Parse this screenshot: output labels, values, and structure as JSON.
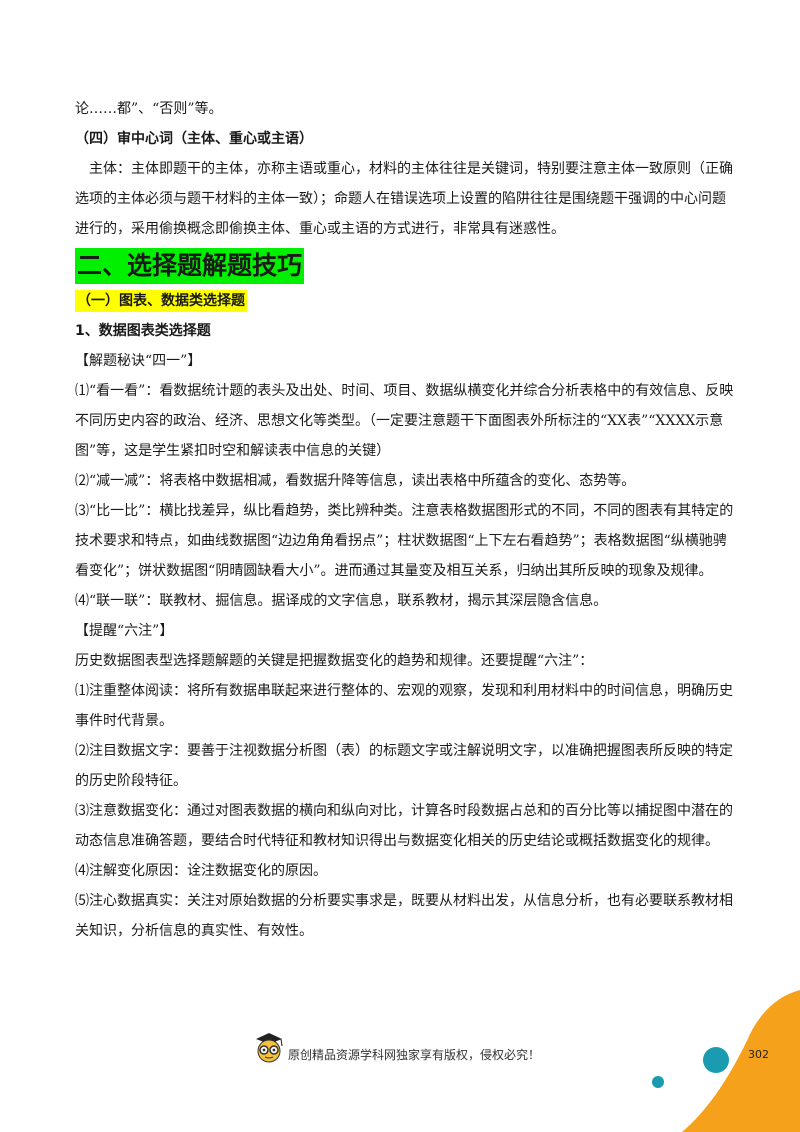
{
  "body": {
    "p0": "论……都”、“否则”等。",
    "h_subject": "（四）审中心词（主体、重心或主语）",
    "p_subject": "主体：主体即题干的主体，亦称主语或重心，材料的主体往往是关键词，特别要注意主体一致原则（正确选项的主体必须与题干材料的主体一致）；命题人在错误选项上设置的陷阱往往是围绕题干强调的中心问题进行的，采用偷换概念即偷换主体、重心或主语的方式进行，非常具有迷惑性。",
    "h2": "二、选择题解题技巧",
    "h3": "（一）图表、数据类选择题",
    "h4": "1、数据图表类选择题",
    "tips_title": "【解题秘诀“四一”】",
    "tip1": "⑴“看一看”：看数据统计题的表头及出处、时间、项目、数据纵横变化并综合分析表格中的有效信息、反映不同历史内容的政治、经济、思想文化等类型。（一定要注意题干下面图表外所标注的“XX表”“XXXX示意图”等，这是学生紧扣时空和解读表中信息的关键）",
    "tip2": "⑵“减一减”：将表格中数据相减，看数据升降等信息，读出表格中所蕴含的变化、态势等。",
    "tip3": "⑶“比一比”：横比找差异，纵比看趋势，类比辨种类。注意表格数据图形式的不同，不同的图表有其特定的技术要求和特点，如曲线数据图“边边角角看拐点”；柱状数据图“上下左右看趋势”；表格数据图“纵横驰骋看变化”；饼状数据图“阴晴圆缺看大小”。进而通过其量变及相互关系，归纳出其所反映的现象及规律。",
    "tip4": "⑷“联一联”：联教材、掘信息。据译成的文字信息，联系教材，揭示其深层隐含信息。",
    "remind_title": "【提醒“六注”】",
    "remind_intro": "历史数据图表型选择题解题的关键是把握数据变化的趋势和规律。还要提醒“六注”：",
    "note1": "⑴注重整体阅读：将所有数据串联起来进行整体的、宏观的观察，发现和利用材料中的时间信息，明确历史事件时代背景。",
    "note2": "⑵注目数据文字：要善于注视数据分析图（表）的标题文字或注解说明文字，以准确把握图表所反映的特定的历史阶段特征。",
    "note3": "⑶注意数据变化：通过对图表数据的横向和纵向对比，计算各时段数据占总和的百分比等以捕捉图中潜在的动态信息准确答题，要结合时代特征和教材知识得出与数据变化相关的历史结论或概括数据变化的规律。",
    "note4": "⑷注解变化原因：诠注数据变化的原因。",
    "note5": "⑸注心数据真实：关注对原始数据的分析要实事求是，既要从材料出发，从信息分析，也有必要联系教材相关知识，分析信息的真实性、有效性。"
  },
  "footer": {
    "copyright": "原创精品资源学科网独家享有版权，侵权必究！",
    "page_number": "302"
  },
  "colors": {
    "h2_highlight": "#00f000",
    "h3_highlight": "#ffff00",
    "deco_orange": "#f5a11c",
    "deco_teal": "#1a9bb0"
  }
}
